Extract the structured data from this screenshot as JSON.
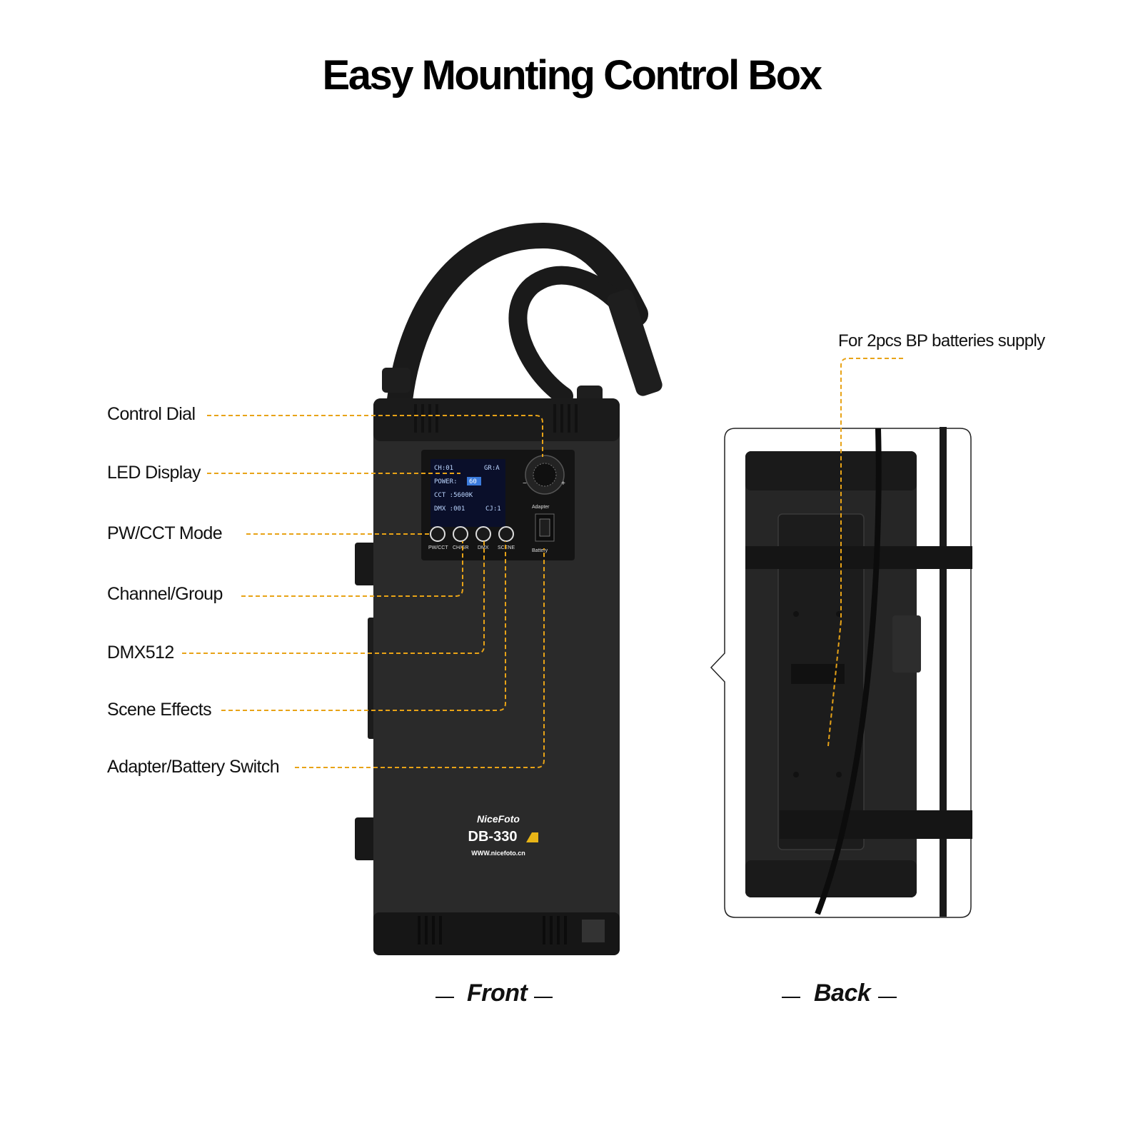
{
  "title": "Easy Mounting Control Box",
  "callouts": {
    "control_dial": "Control Dial",
    "led_display": "LED Display",
    "pw_cct_mode": "PW/CCT Mode",
    "channel_group": "Channel/Group",
    "dmx512": "DMX512",
    "scene_effects": "Scene Effects",
    "adapter_battery_switch": "Adapter/Battery Switch",
    "batteries_supply": "For 2pcs BP batteries supply"
  },
  "captions": {
    "front": "Front",
    "back": "Back"
  },
  "device": {
    "brand": "NiceFoto",
    "model": "DB-330",
    "website": "WWW.nicefoto.cn",
    "display": {
      "ch": "CH:01",
      "gr": "GR:A",
      "power_label": "POWER:",
      "power_value": "60",
      "cct": "CCT  :5600K",
      "dmx": "DMX  :001",
      "cj": "CJ:1"
    },
    "buttons": [
      "PW/CCT",
      "CH/GR",
      "DMX",
      "SCENE"
    ],
    "adapter_label": "Adapter",
    "battery_label": "Battery",
    "dial_minus": "−",
    "dial_plus": "+"
  },
  "colors": {
    "callout_line": "#e8a317",
    "device_body": "#2a2a2a"
  }
}
